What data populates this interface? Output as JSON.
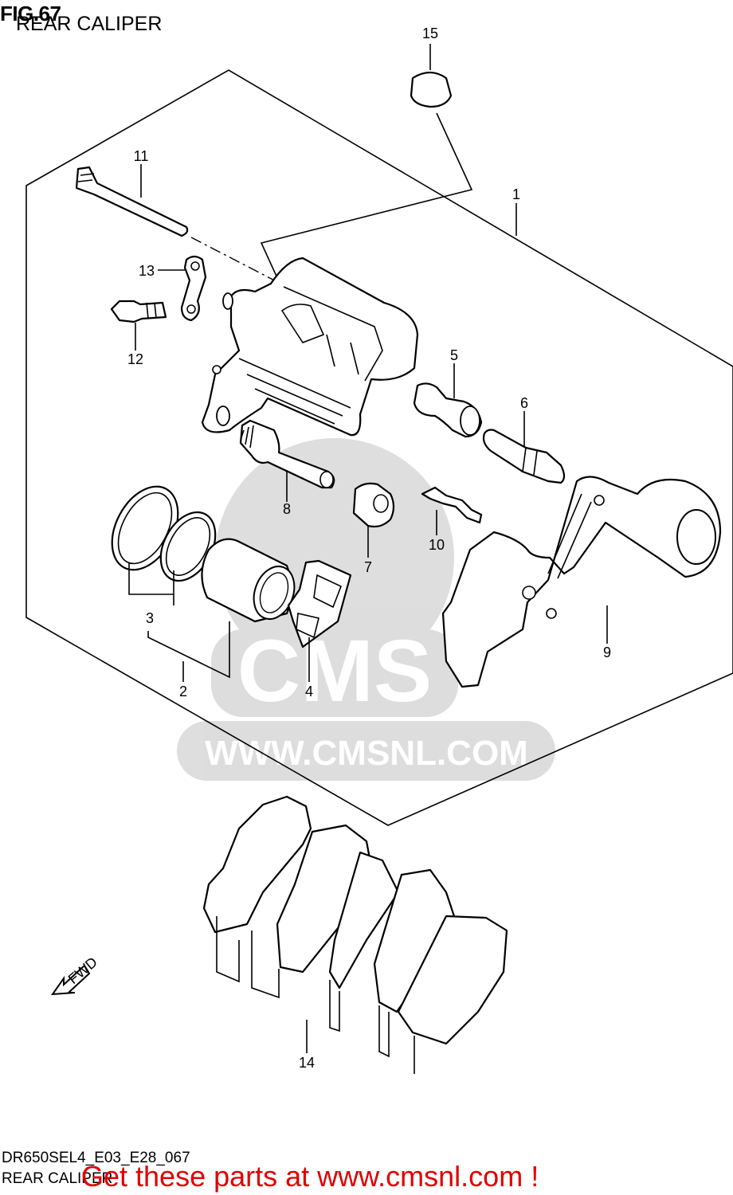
{
  "figure": {
    "title": "FIG.67",
    "subtitle": "REAR CALIPER",
    "code": "DR650SEL4_E03_E28_067",
    "caption": "REAR CALIPER"
  },
  "watermark": {
    "brand": "CMS",
    "url": "WWW.CMSNL.COM"
  },
  "promo_text": "Get these parts at www.cmsnl.com !",
  "fwd_label": "FWD",
  "parts": [
    {
      "number": "1"
    },
    {
      "number": "2"
    },
    {
      "number": "3"
    },
    {
      "number": "4"
    },
    {
      "number": "5"
    },
    {
      "number": "6"
    },
    {
      "number": "7"
    },
    {
      "number": "8"
    },
    {
      "number": "9"
    },
    {
      "number": "10"
    },
    {
      "number": "11"
    },
    {
      "number": "12"
    },
    {
      "number": "13"
    },
    {
      "number": "14"
    },
    {
      "number": "15"
    }
  ]
}
